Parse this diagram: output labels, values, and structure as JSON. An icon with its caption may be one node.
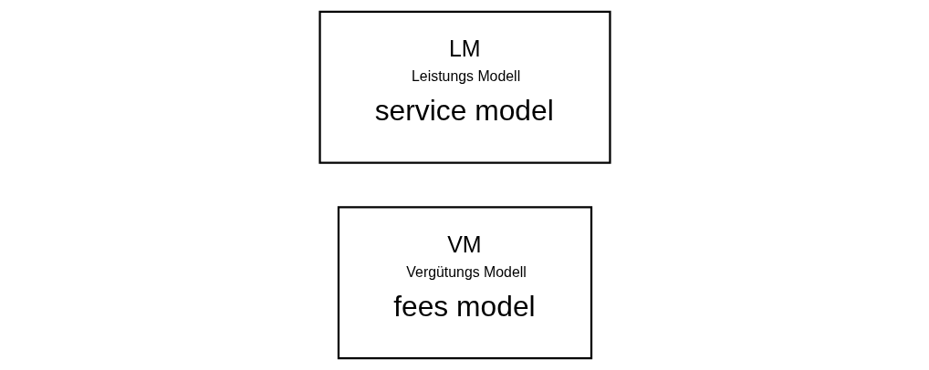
{
  "diagram": {
    "nodes": [
      {
        "text": [
          "LM",
          "Leistungs Modell",
          "service model"
        ]
      },
      {
        "text": [
          "VM",
          "Vergütungs Modell",
          "fees model"
        ]
      }
    ]
  }
}
